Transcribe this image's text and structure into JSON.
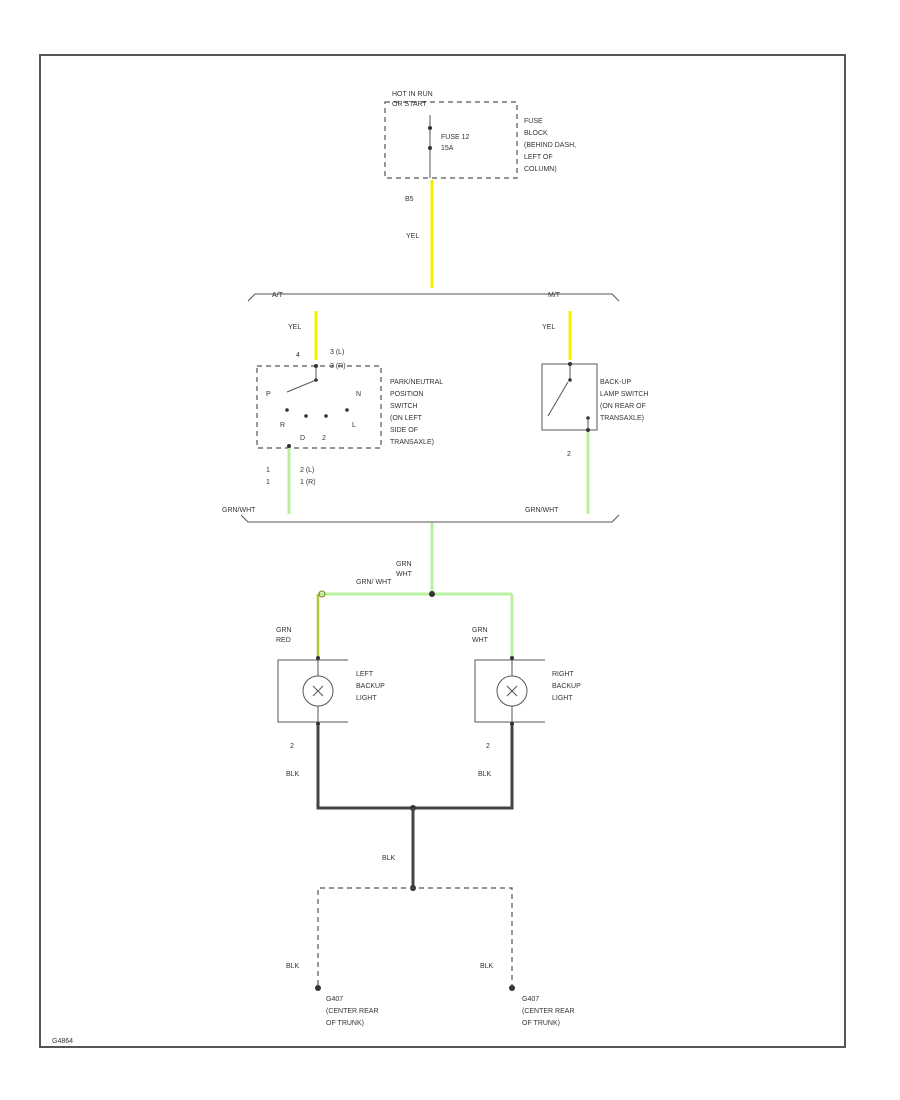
{
  "colors": {
    "yellow_wire": "#f2f200",
    "green_wire": "#b7f0a0",
    "black_wire": "#444444",
    "frame": "#555555"
  },
  "fuse_block": {
    "supply": "HOT IN RUN",
    "supply_2": "OR START",
    "fuse_line1": "FUSE 12",
    "fuse_line2": "15A",
    "desc": [
      "FUSE",
      "BLOCK",
      "(BEHIND DASH,",
      "LEFT OF",
      "COLUMN)"
    ]
  },
  "wires": {
    "w_pin_top": "B5",
    "w_yel_main": "YEL",
    "w_yel_left": "YEL",
    "w_yel_right": "YEL",
    "w_grn_left": "GRN/WHT",
    "w_grn_right": "GRN/WHT",
    "w_grn_center": "GRN/ WHT",
    "w_grn_mid_l1": "GRN",
    "w_grn_mid_l2": "WHT",
    "w_left_lamp_l1": "GRN",
    "w_left_lamp_l2": "RED",
    "w_right_lamp_l1": "GRN",
    "w_right_lamp_l2": "WHT",
    "w_blk_left": "BLK",
    "w_blk_right": "BLK",
    "w_blk_center": "BLK",
    "w_blk_g_left": "BLK",
    "w_blk_g_right": "BLK"
  },
  "branch_labels": {
    "at": "A/T",
    "mt": "M/T"
  },
  "pnp_switch": {
    "pins": [
      "4",
      "3 (L)",
      "3 (R)"
    ],
    "pins_bottom": [
      "1",
      "1",
      "2 (L)",
      "1 (R)"
    ],
    "positions": [
      "P",
      "R",
      "N",
      "D",
      "2",
      "L"
    ],
    "desc": [
      "PARK/NEUTRAL",
      "POSITION",
      "SWITCH",
      "(ON LEFT",
      "SIDE OF",
      "TRANSAXLE)"
    ]
  },
  "backup_switch": {
    "pin": "2",
    "desc": [
      "BACK-UP",
      "LAMP SWITCH",
      "(ON REAR OF",
      "TRANSAXLE)"
    ]
  },
  "left_lamp": {
    "pin": "2",
    "desc": [
      "LEFT",
      "BACKUP",
      "LIGHT"
    ]
  },
  "right_lamp": {
    "pin": "2",
    "desc": [
      "RIGHT",
      "BACKUP",
      "LIGHT"
    ]
  },
  "ground_left": {
    "code": "G407",
    "desc": [
      "(CENTER REAR",
      "OF TRUNK)"
    ]
  },
  "ground_right": {
    "code": "G407",
    "desc": [
      "(CENTER REAR",
      "OF TRUNK)"
    ]
  },
  "footer_code": "G4864"
}
